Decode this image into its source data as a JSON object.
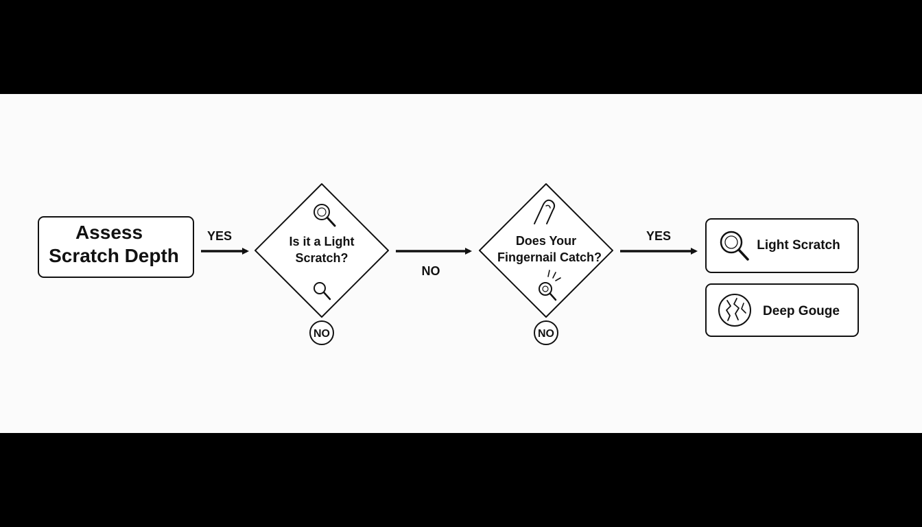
{
  "diagram": {
    "start": {
      "line1": "Assess",
      "line2": "Scratch Depth"
    },
    "decision1": {
      "line1": "Is it a Light",
      "line2": "Scratch?",
      "icon": "magnifier-icon",
      "bottom_icon": "magnifier-icon"
    },
    "decision2": {
      "line1": "Does Your",
      "line2": "Fingernail Catch?",
      "icon": "fingernail-icon",
      "bottom_icon": "magnifier-sparkle-icon"
    },
    "edges": {
      "start_to_d1": "YES",
      "d1_to_d2": "NO",
      "d2_to_results": "YES"
    },
    "no_badges": {
      "d1": "NO",
      "d2": "NO"
    },
    "results": [
      {
        "label": "Light Scratch",
        "icon": "magnifier-icon"
      },
      {
        "label": "Deep Gouge",
        "icon": "cracked-circle-icon"
      }
    ]
  },
  "colors": {
    "stroke": "#111111",
    "panel": "#fbfbfb",
    "letterbox": "#000000"
  }
}
